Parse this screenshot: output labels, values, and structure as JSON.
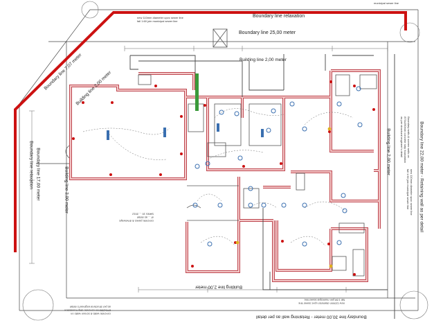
{
  "labels": {
    "boundary_top": "Boundary line relaxation",
    "boundary_25": "Boundary line 25,00 meter",
    "building_top": "Building line 2,00 meter",
    "boundary_diag": "Boundary line 7,07 meter",
    "building_diag": "Building line 2,00 meter",
    "boundary_left": "Boundary line relaxation",
    "boundary_left_17": "Boundary line 17,00 meter",
    "building_left": "Building line 3,00 meter",
    "building_right": "Building line 2,00 meter",
    "boundary_right": "Boundary line 22,00 meter - Retaining wall as per detail",
    "building_bottom": "Building line 2,00 meter",
    "boundary_bottom": "Boundary line 30,00 meter - Retaining wall as per detail"
  },
  "notes": {
    "garage_slab": "concrete paves & driveways\nof ... as detail\nSANS 10 ... 2012",
    "top_sewer": "new 110mm diameter upvc sewer line\nfall 1:60 join municipal sewer line",
    "bottom_sewer": "new 110mm diameter upvc sewer line\nfall 1:60 join municipal sewer line",
    "bottom_left": "concrete walls & screen walls on\n870x250mm concrete strip foundation\nas per structural engineer's detail",
    "right_walls": "Boundary walls & screen walls on\n870x250mm concrete strip foundation\nas per structural engineer's detail",
    "right_sewer": "new 110mm diameter upvc sewer line\nfall 1:60 join municipal sewer line",
    "top_right": "municipal sewer line"
  },
  "colors": {
    "boundary": "#cc1111",
    "wall_fill": "#f3c8c8",
    "wall_line": "#b8323c",
    "light": "#3a6fb0",
    "wiring": "#555555",
    "dim": "#555555"
  }
}
